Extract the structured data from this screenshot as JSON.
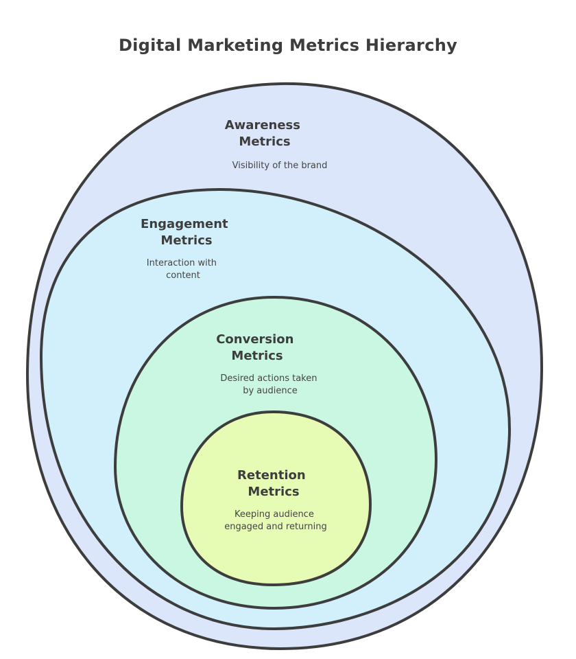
{
  "title": "Digital Marketing Metrics Hierarchy",
  "levels": [
    {
      "title_lines": [
        "Awareness",
        "Metrics"
      ],
      "desc_lines": [
        "Visibility of the brand"
      ],
      "fill": "#dbe6fb"
    },
    {
      "title_lines": [
        "Engagement",
        "Metrics"
      ],
      "desc_lines": [
        "Interaction with",
        "content"
      ],
      "fill": "#d2f0fb"
    },
    {
      "title_lines": [
        "Conversion",
        "Metrics"
      ],
      "desc_lines": [
        "Desired actions taken",
        "by audience"
      ],
      "fill": "#c9f7e2"
    },
    {
      "title_lines": [
        "Retention",
        "Metrics"
      ],
      "desc_lines": [
        "Keeping audience",
        "engaged and returning"
      ],
      "fill": "#e6fcb4"
    }
  ],
  "colors": {
    "stroke": "#3d3d3d"
  }
}
